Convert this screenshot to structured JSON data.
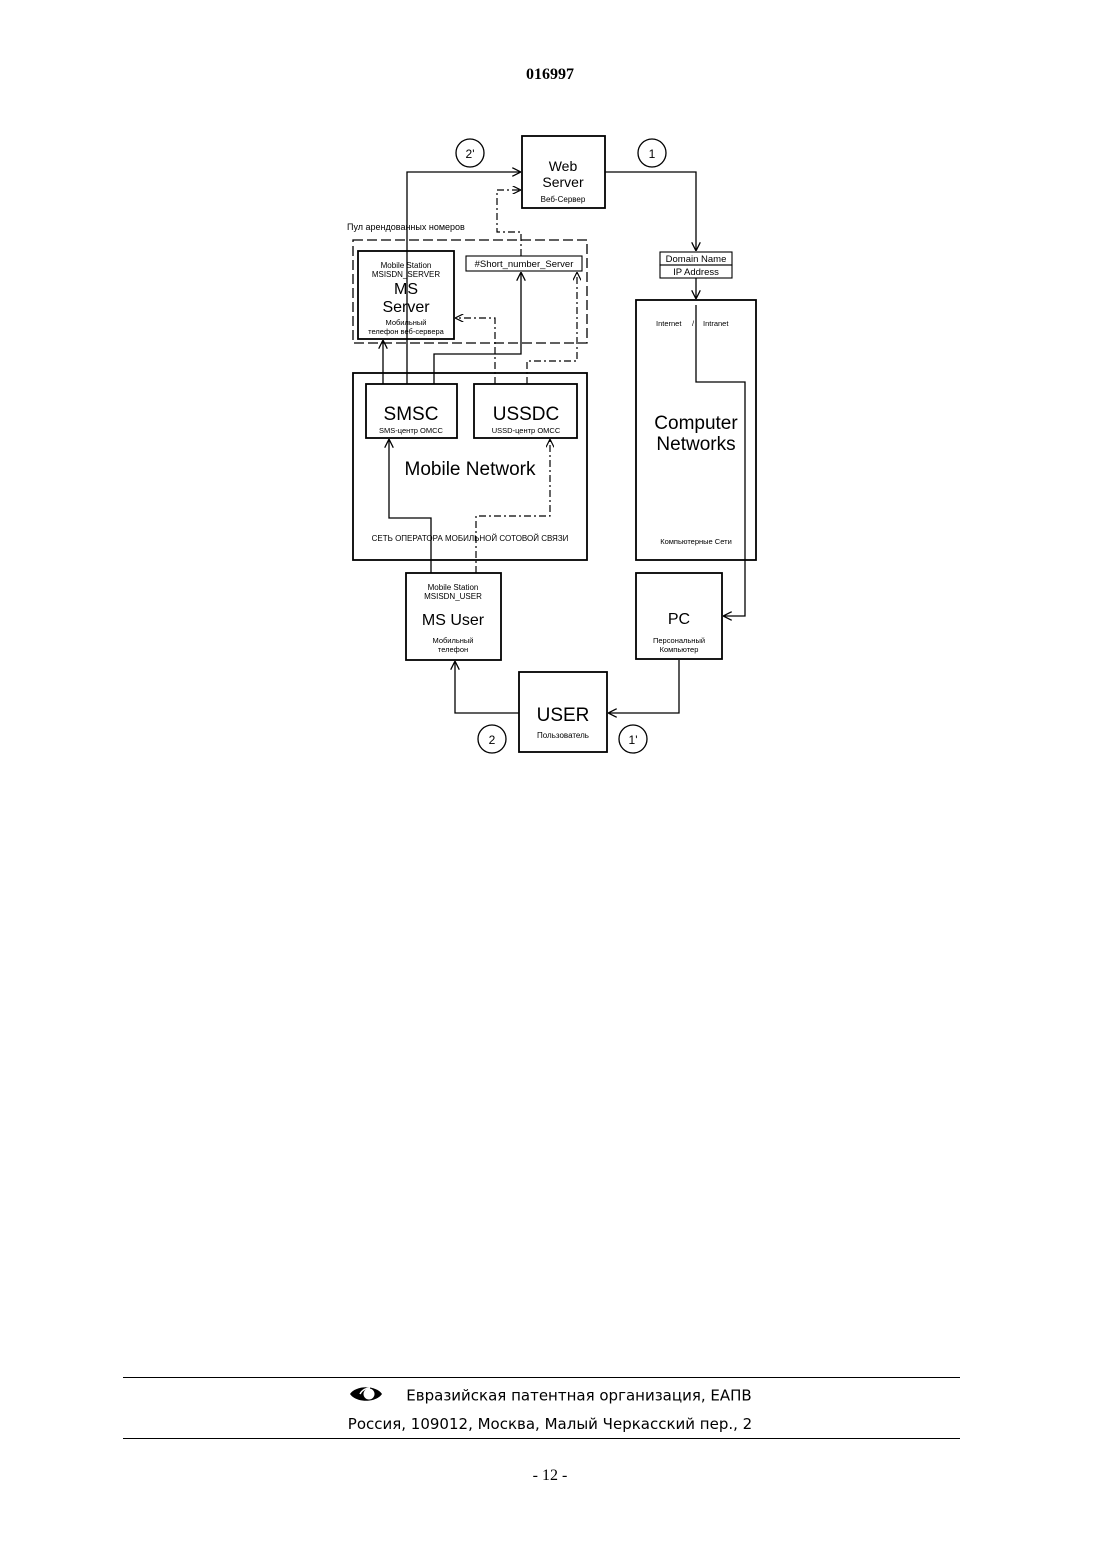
{
  "header": {
    "doc_number": "016997"
  },
  "diagram": {
    "web_server": {
      "title_line1": "Web",
      "title_line2": "Server",
      "subtitle": "Веб-Сервер"
    },
    "markers": {
      "m1": "1",
      "m2": "2",
      "m1p": "1'",
      "m2p": "2'"
    },
    "pool_label": "Пул арендованных номеров",
    "ms_server": {
      "small_line1": "Mobile Station",
      "small_line2": "MSISDN_SERVER",
      "title_line1": "MS",
      "title_line2": "Server",
      "sub_line1": "Мобильный",
      "sub_line2": "телефон веб-сервера"
    },
    "short_number": "#Short_number_Server",
    "domain": {
      "line1": "Domain Name",
      "line2": "IP Address"
    },
    "smsc": {
      "title": "SMSC",
      "subtitle": "SMS-центр ОМСС"
    },
    "ussdc": {
      "title": "USSDC",
      "subtitle": "USSD-центр ОМСС"
    },
    "mobile_network": {
      "title": "Mobile Network",
      "subtitle": "СЕТЬ ОПЕРАТОРА МОБИЛЬНОЙ СОТОВОЙ СВЯЗИ"
    },
    "computer_networks": {
      "internet": "Internet",
      "slash": "/",
      "intranet": "Intranet",
      "title_line1": "Computer",
      "title_line2": "Networks",
      "subtitle": "Компьютерные Сети"
    },
    "ms_user": {
      "small_line1": "Mobile Station",
      "small_line2": "MSISDN_USER",
      "title": "MS User",
      "sub_line1": "Мобильный",
      "sub_line2": "телефон"
    },
    "pc": {
      "title": "PC",
      "sub_line1": "Персональный",
      "sub_line2": "Компьютер"
    },
    "user": {
      "title": "USER",
      "subtitle": "Пользователь"
    }
  },
  "footer": {
    "org": "Евразийская патентная организация, ЕАПВ",
    "address": "Россия, 109012, Москва, Малый Черкасский пер., 2",
    "page": "- 12 -"
  }
}
